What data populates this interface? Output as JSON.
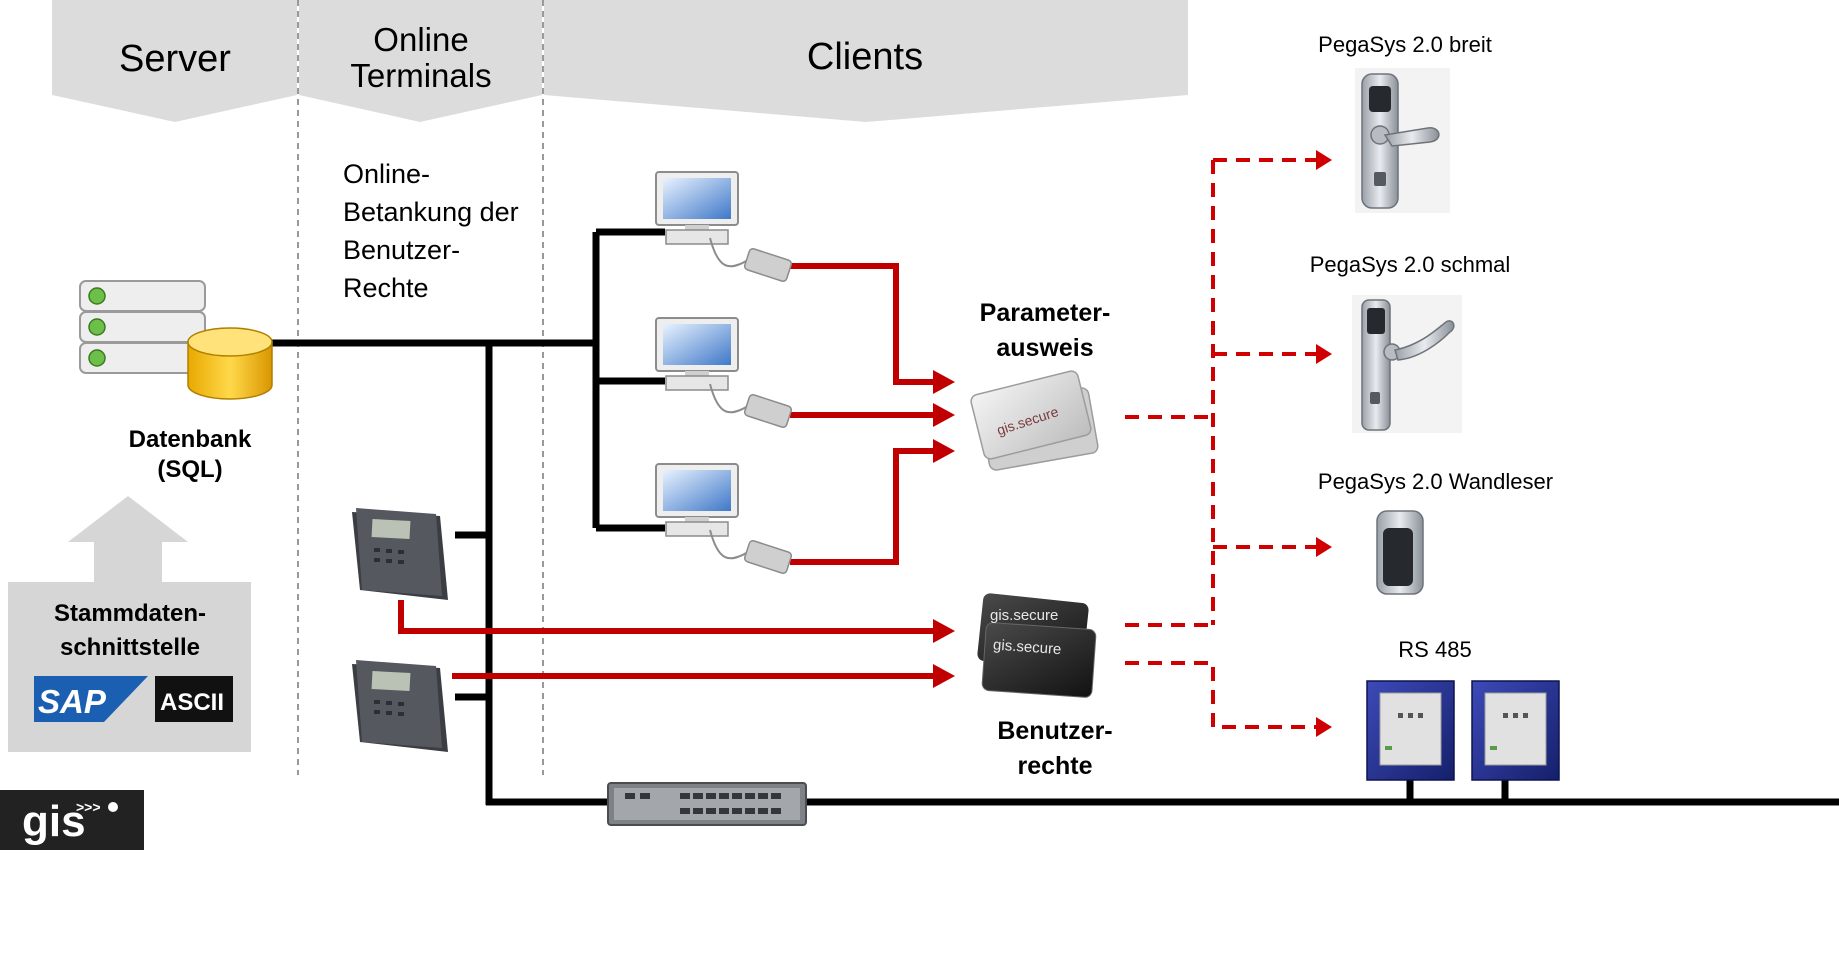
{
  "columns": {
    "server": "Server",
    "online_terminals": [
      "Online",
      "Terminals"
    ],
    "clients": "Clients"
  },
  "online_note": [
    "Online-",
    "Betankung der",
    "Benutzer-",
    "Rechte"
  ],
  "database": {
    "label": [
      "Datenbank",
      "(SQL)"
    ]
  },
  "master_data": {
    "label": [
      "Stammdaten-",
      "schnittstelle"
    ],
    "logos": [
      "SAP",
      "ASCII"
    ]
  },
  "cards": {
    "parameter_label": [
      "Parameter-",
      "ausweis"
    ],
    "user_rights_label": [
      "Benutzer-",
      "rechte"
    ],
    "card_text": "gis.secure"
  },
  "devices": [
    {
      "label": "PegaSys 2.0 breit",
      "icon": "door-handle-wide-icon"
    },
    {
      "label": "PegaSys 2.0 schmal",
      "icon": "door-handle-narrow-icon"
    },
    {
      "label": "PegaSys 2.0 Wandleser",
      "icon": "wall-reader-icon"
    },
    {
      "label": "RS 485",
      "icon": "rs485-reader-icon"
    }
  ],
  "brand": {
    "logo_text": "gis"
  },
  "colors": {
    "header_band": "#dcdcdc",
    "network": "#000000",
    "data_flow": "#c00000",
    "arrow_dashed": "#d00000"
  }
}
